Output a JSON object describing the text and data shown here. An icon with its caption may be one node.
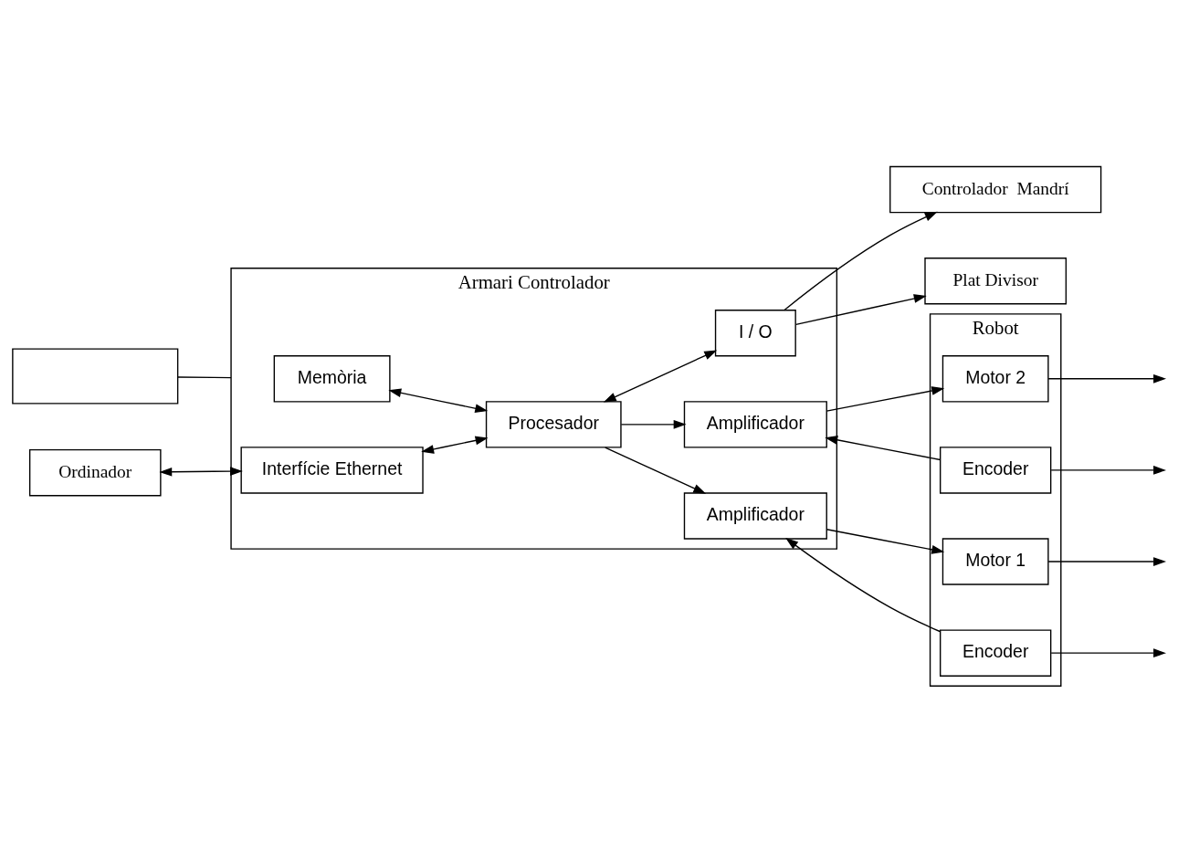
{
  "diagram": {
    "nodes": [
      {
        "text": [],
        "shape": "box"
      },
      {
        "text": [
          "Armari Controlador"
        ]
      },
      {
        "text": [
          "Robot"
        ]
      },
      {
        "text": [
          "Memòria"
        ],
        "in": 1
      },
      {
        "text": [
          "Interfície Ethernet"
        ],
        "in": 1
      },
      {
        "text": [
          "Procesador"
        ],
        "in": 1
      },
      {
        "text": [
          "I / O"
        ],
        "in": 1
      },
      {
        "text": [
          "Amplificador"
        ],
        "in": 1
      },
      {
        "text": [
          "Amplificador"
        ],
        "in": 1
      },
      {
        "text": [
          "Motor 1"
        ],
        "in": 2
      },
      {
        "text": [
          "Encoder"
        ],
        "in": 2
      },
      {
        "text": [
          "Motor 2"
        ],
        "in": 2
      },
      {
        "text": [
          "Encoder"
        ],
        "in": 2
      },
      {
        "text": [
          "Ordinador"
        ]
      },
      {
        "text": [
          "Controlador  Mandrí"
        ]
      },
      {
        "text": [
          "Plat Divisor"
        ]
      }
    ],
    "edges": [
      {
        "from": 0,
        "to": 1,
        "arrow": "none"
      },
      {
        "from": 3,
        "to": 5,
        "arrow": "both"
      },
      {
        "from": 4,
        "to": 5,
        "arrow": "both"
      },
      {
        "from": 5,
        "to": 6,
        "arrow": "both"
      },
      {
        "from": 5,
        "to": 7,
        "arrow": "to"
      },
      {
        "from": 5,
        "to": 8,
        "arrow": "to"
      },
      {
        "from": 7,
        "to": 9,
        "arrow": "to"
      },
      {
        "from": 8,
        "to": 11,
        "arrow": "to"
      },
      {
        "from": 10,
        "to": 7,
        "arrow": "to"
      },
      {
        "from": 12,
        "to": 8,
        "arrow": "to"
      },
      {
        "from": 9,
        "to": null,
        "arrow": "to"
      },
      {
        "from": 10,
        "to": null,
        "arrow": "to"
      },
      {
        "from": 11,
        "to": null,
        "arrow": "to"
      },
      {
        "from": 12,
        "to": null,
        "arrow": "to"
      },
      {
        "from": 13,
        "to": 4,
        "arrow": "both"
      },
      {
        "from": 6,
        "to": 14,
        "arrow": "to"
      },
      {
        "from": 6,
        "to": 15,
        "arrow": "to"
      }
    ]
  }
}
